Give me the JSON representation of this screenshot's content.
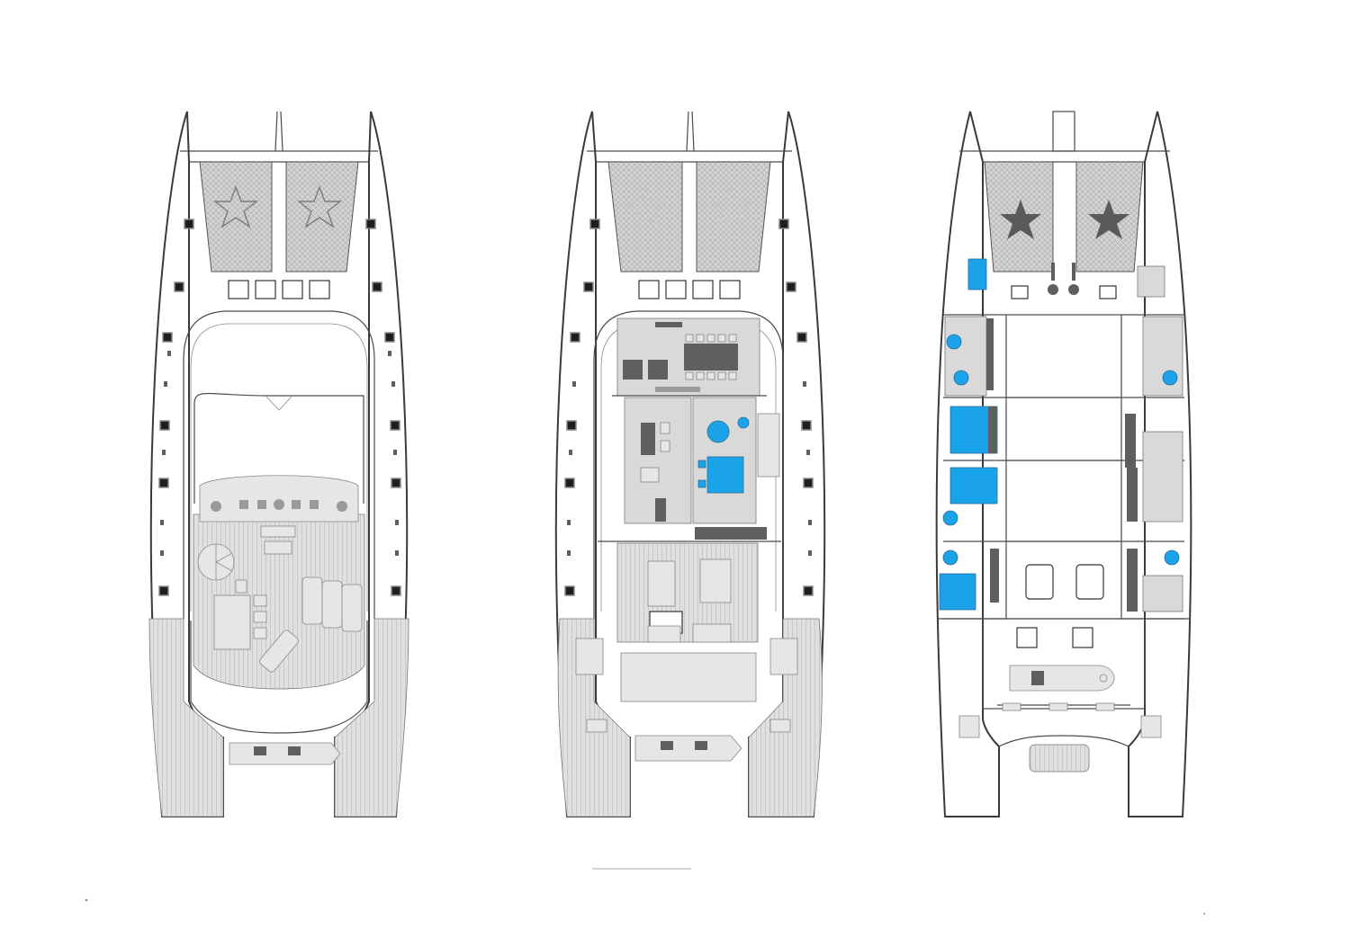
{
  "plans": [
    {
      "name": "upper-deck-plan"
    },
    {
      "name": "main-deck-plan"
    },
    {
      "name": "lower-deck-plan"
    }
  ],
  "colors": {
    "hull_outline": "#3a3a3a",
    "cabin_fill": "#d9d9d9",
    "bed_accent": "#1aa3e8",
    "furniture_dark": "#5f5f5f"
  },
  "icons": [
    "starfish-icon",
    "anchor-light-icon",
    "tender-boat-icon",
    "jet-ski-icon"
  ]
}
